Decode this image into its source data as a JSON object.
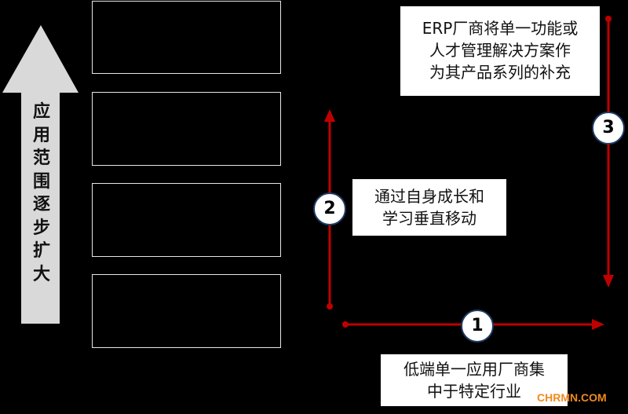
{
  "left_arrow": {
    "label": [
      "应",
      "用",
      "范",
      "围",
      "逐",
      "步",
      "扩",
      "大"
    ],
    "color": "#d9d9d9"
  },
  "boxes": [
    {
      "id": "box-1"
    },
    {
      "id": "box-2"
    },
    {
      "id": "box-3"
    },
    {
      "id": "box-4"
    }
  ],
  "steps": [
    {
      "number": "1",
      "lines": [
        "低端单一应用厂商集",
        "中于特定行业"
      ]
    },
    {
      "number": "2",
      "lines": [
        "通过自身成长和",
        "学习垂直移动"
      ]
    },
    {
      "number": "3",
      "lines": [
        "ERP厂商将单一功能或",
        "人才管理解决方案作",
        "为其产品系列的补充"
      ]
    }
  ],
  "colors": {
    "arrow_red": "#c00000",
    "circle_border": "#1f3b63",
    "watermark": "#f08a1c"
  },
  "watermark": "CHRMN.COM"
}
